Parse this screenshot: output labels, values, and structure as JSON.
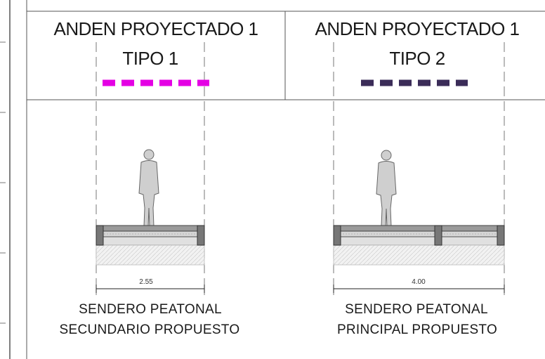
{
  "columns": [
    {
      "title": "ANDEN PROYECTADO 1",
      "subtitle": "TIPO 1",
      "line_color": "#e400e4",
      "dimension": "2.55",
      "caption_line1": "SENDERO PEATONAL",
      "caption_line2": "SECUNDARIO PROPUESTO"
    },
    {
      "title": "ANDEN PROYECTADO 1",
      "subtitle": "TIPO 2",
      "line_color": "#3b2c58",
      "dimension": "4.00",
      "caption_line1": "SENDERO PEATONAL",
      "caption_line2": "PRINCIPAL PROPUESTO"
    }
  ]
}
